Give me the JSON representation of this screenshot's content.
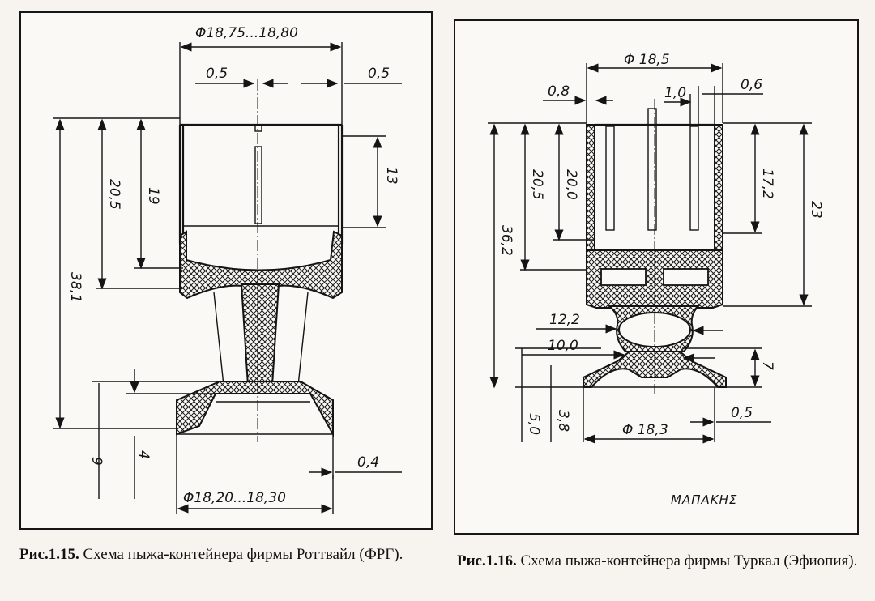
{
  "left_figure": {
    "caption_number": "Рис.1.15.",
    "caption_text": " Схема пыжа-контейнера фирмы Роттвайл (ФРГ).",
    "dims": {
      "top_diameter": "Φ18,75...18,80",
      "slot_left": "0,5",
      "slot_right": "0,5",
      "depth_13": "13",
      "height_19": "19",
      "height_20_5": "20,5",
      "height_38_1": "38,1",
      "base_9": "9",
      "base_4": "4",
      "wall_0_4": "0,4",
      "bottom_diameter": "Φ18,20...18,30"
    }
  },
  "right_figure": {
    "caption_number": "Рис.1.16.",
    "caption_text": " Схема пыжа-контейнера фирмы Туркал (Эфиопия).",
    "signature": "ΜΑΠΑΚΗΣ",
    "dims": {
      "top_diameter": "Φ 18,5",
      "wall_0_8": "0,8",
      "slot_1_0": "1,0",
      "wall_0_6": "0,6",
      "height_20_5": "20,5",
      "height_20_0": "20,0",
      "height_36_2": "36,2",
      "height_17_2": "17,2",
      "height_23": "23",
      "waist_12_2": "12,2",
      "waist_10_0": "10,0",
      "height_7": "7",
      "height_5_0": "5,0",
      "height_3_8": "3,8",
      "bottom_diameter": "Φ 18,3",
      "wall_0_5": "0,5"
    }
  }
}
